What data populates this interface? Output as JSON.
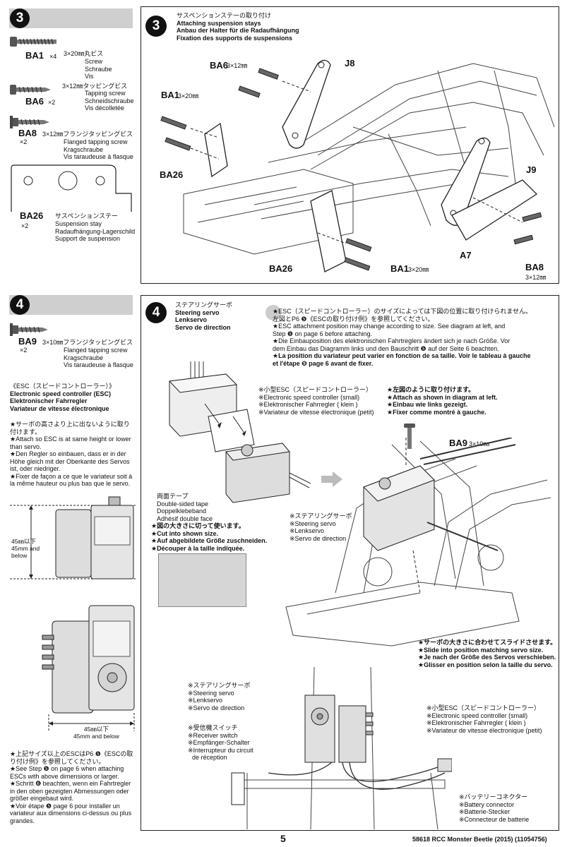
{
  "step3": {
    "number": "3",
    "title_jp": "サスペンションステーの取り付け",
    "title_en": "Attaching suspension stays",
    "title_de": "Anbau der Halter für die Radaufhängung",
    "title_fr": "Fixation des supports de suspensions",
    "parts": [
      {
        "code": "BA1",
        "qty": "×4",
        "size": "3×20㎜丸ビス",
        "names": [
          "Screw",
          "Schraube",
          "Vis"
        ]
      },
      {
        "code": "BA6",
        "qty": "×2",
        "size": "3×12㎜タッピングビス",
        "names": [
          "Tapping screw",
          "Schneidschraube",
          "Vis décolletée"
        ]
      },
      {
        "code": "BA8",
        "qty": "×2",
        "size": "3×12㎜フランジタッピングビス",
        "names": [
          "Flanged tapping screw",
          "Kragschraube",
          "Vis taraudeuse à flasque"
        ]
      },
      {
        "code": "BA26",
        "qty": "×2",
        "size": "サスペンションステー",
        "names": [
          "Suspension stay",
          "Radaufhängung-Lagerschild",
          "Support de suspension"
        ]
      }
    ],
    "callouts": {
      "ba6": "BA6",
      "ba6_size": "3×12㎜",
      "j8": "J8",
      "ba1a": "BA1",
      "ba1a_size": "3×20㎜",
      "ba26a": "BA26",
      "j9": "J9",
      "a7": "A7",
      "ba26b": "BA26",
      "ba1b": "BA1",
      "ba1b_size": "3×20㎜",
      "ba8": "BA8",
      "ba8_size": "3×12㎜"
    }
  },
  "step4": {
    "number": "4",
    "title_jp": "ステアリングサーボ",
    "title_en": "Steering servo",
    "title_de": "Lenkservo",
    "title_fr": "Servo de direction",
    "part": {
      "code": "BA9",
      "qty": "×2",
      "size": "3×10㎜フランジタッピングビス",
      "names": [
        "Flanged tapping screw",
        "Kragschraube",
        "Vis taraudeuse à flasque"
      ]
    },
    "esc_heading": [
      "《ESC（スピードコントローラー）》",
      "Electronic speed controller (ESC)",
      "Elektronischer Fahrregler",
      "Variateur de vitesse électronique"
    ],
    "esc_notes": [
      "★サーボの高さより上に出ないように取り付けます。",
      "★Attach so ESC is at same height or lower than servo.",
      "★Den Regler so einbauen, dass er in der Höhe gleich mit der Oberkante des Servos ist, oder niedriger.",
      "★Fixer de façon a ce que le variateur soit à la même hauteur ou plus bas que le servo."
    ],
    "dim_height": [
      "45㎜以下",
      "45mm and",
      "below"
    ],
    "dim_width": [
      "45㎜以下",
      "45mm and below"
    ],
    "bottom_notes": [
      "★上記サイズ以上のESCはP6 ❺《ESCの取り付け例》を参照してください。",
      "★See Step ❺ on page 6 when attaching ESCs with above dimensions or larger.",
      "★Schritt ❻ beachten, wenn ein Fahrtregler in den oben gezeigten Abmessungen oder größer eingebaut wird.",
      "★Voir étape ❺ page 6 pour installer un variateur aux dimensions ci-dessus ou plus grandes."
    ],
    "top_note": [
      "★ESC（スピードコントローラー）のサイズによっては下図の位置に取り付けられません。",
      "左図とP6 ❺《ESCの取り付け例》を参照してください。",
      "★ESC attachment position may change according to size. See diagram at left, and",
      "Step ❺ on page 6 before attaching.",
      "★Die Einbauposition des elektronischen Fahrtreglers ändert sich je nach Größe. Vor",
      "dem Einbau das Diagramm links und den Bauschritt ❺ auf der Seite 6 beachten.",
      "★La position du variateur peut varier en fonction de sa taille. Voir le tableau à gauche",
      "et l'étape ❺ page 6 avant de fixer."
    ],
    "small_esc": [
      "※小型ESC（スピードコントローラー）",
      "※Electronic speed controller (small)",
      "※Elektronischer Fahrregler ( klein )",
      "※Variateur de vitesse électronique (petit)"
    ],
    "attach_left": [
      "★左図のように取り付けます。",
      "★Attach as shown in diagram at left.",
      "★Einbau wie links gezeigt.",
      "★Fixer comme montré à gauche."
    ],
    "ba9_callout": "BA9",
    "ba9_size": "3×10㎜",
    "tape": [
      "両面テープ",
      "Double-sided tape",
      "Doppelklebeband",
      "Adhésif double face"
    ],
    "cut_notes": [
      "★図の大きさに切って使います。",
      "★Cut into shown size.",
      "★Auf abgebildete Größe zuschneiden.",
      "★Découper à la taille indiquée."
    ],
    "servo_label": [
      "※ステアリングサーボ",
      "※Steering servo",
      "※Lenkservo",
      "※Servo de direction"
    ],
    "slide_notes": [
      "★サーボの大きさに合わせてスライドさせます。",
      "★Slide into position matching servo size.",
      "★Je nach der Größe des Servos verschieben.",
      "★Glisser en position selon la taille du servo."
    ],
    "servo_label2": [
      "※ステアリングサーボ",
      "※Steering servo",
      "※Lenkservo",
      "※Servo de direction"
    ],
    "switch_label": [
      "※受信機スイッチ",
      "※Receiver switch",
      "※Empfänger-Schalter",
      "※Interrupteur du circuit",
      "de réception"
    ],
    "small_esc2": [
      "※小型ESC（スピードコントローラー）",
      "※Electronic speed controller (small)",
      "※Elektronischer Fahrregler ( klein )",
      "※Variateur de vitesse électronique (petit)"
    ],
    "battery": [
      "※バッテリーコネクター",
      "※Battery connector",
      "※Batterie-Stecker",
      "※Connecteur de batterie"
    ]
  },
  "footer": {
    "page": "5",
    "doc": "58618 RCC Monster Beetle (2015) (11054756)"
  }
}
